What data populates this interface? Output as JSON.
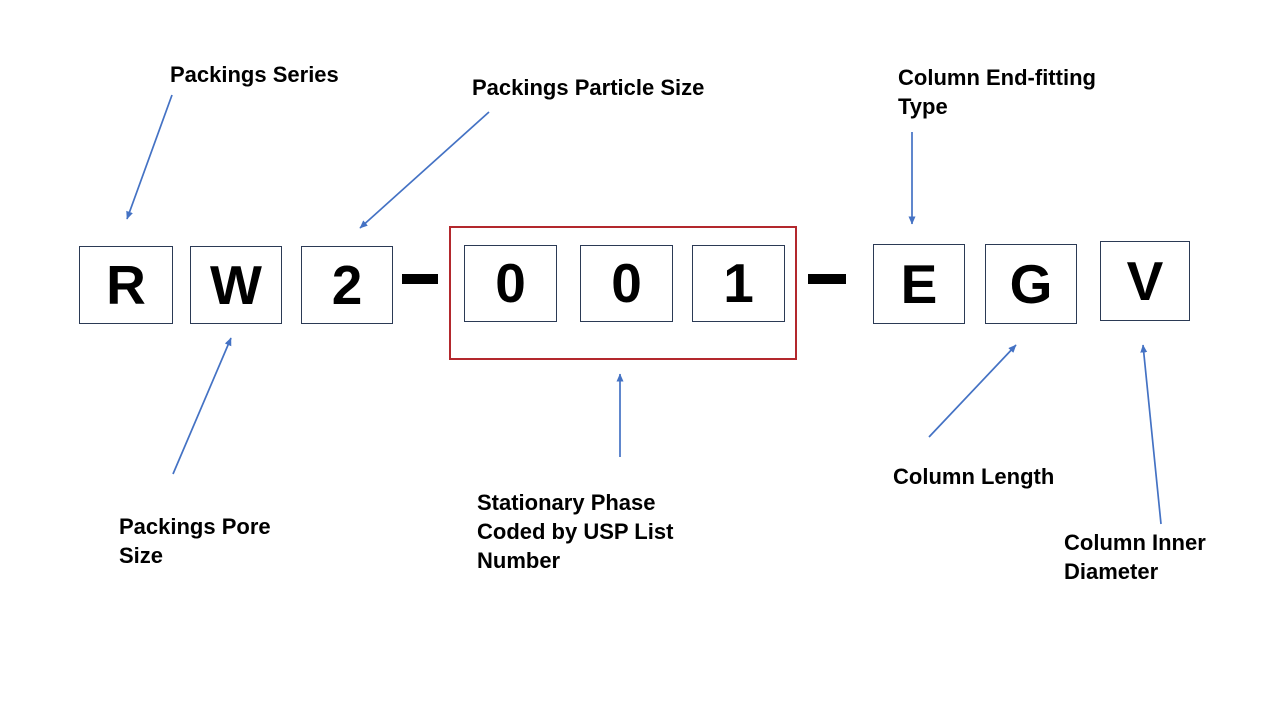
{
  "diagram": {
    "code": "RW2-001-EGV",
    "segments": [
      {
        "name": "packings-series",
        "char": "R"
      },
      {
        "name": "packings-pore-size",
        "char": "W"
      },
      {
        "name": "packings-particle-size",
        "char": "2"
      },
      {
        "name": "separator-1",
        "char": "-"
      },
      {
        "name": "usp-digit-1",
        "char": "0"
      },
      {
        "name": "usp-digit-2",
        "char": "0"
      },
      {
        "name": "usp-digit-3",
        "char": "1"
      },
      {
        "name": "separator-2",
        "char": "-"
      },
      {
        "name": "column-end-fitting-type",
        "char": "E"
      },
      {
        "name": "column-length",
        "char": "G"
      },
      {
        "name": "column-inner-diameter",
        "char": "V"
      }
    ],
    "labels": {
      "packings_series": "Packings Series",
      "packings_particle_size": "Packings Particle Size",
      "column_end_fitting_type": "Column End-fitting Type",
      "packings_pore_size": "Packings Pore Size",
      "stationary_phase": "Stationary Phase Coded by USP List Number",
      "column_length": "Column Length",
      "column_inner_diameter": "Column Inner Diameter"
    },
    "colors": {
      "arrow": "#4472c4",
      "highlight_box_border": "#b3282d",
      "char_box_border": "#2b3a55",
      "text": "#000000",
      "background": "#ffffff"
    }
  }
}
